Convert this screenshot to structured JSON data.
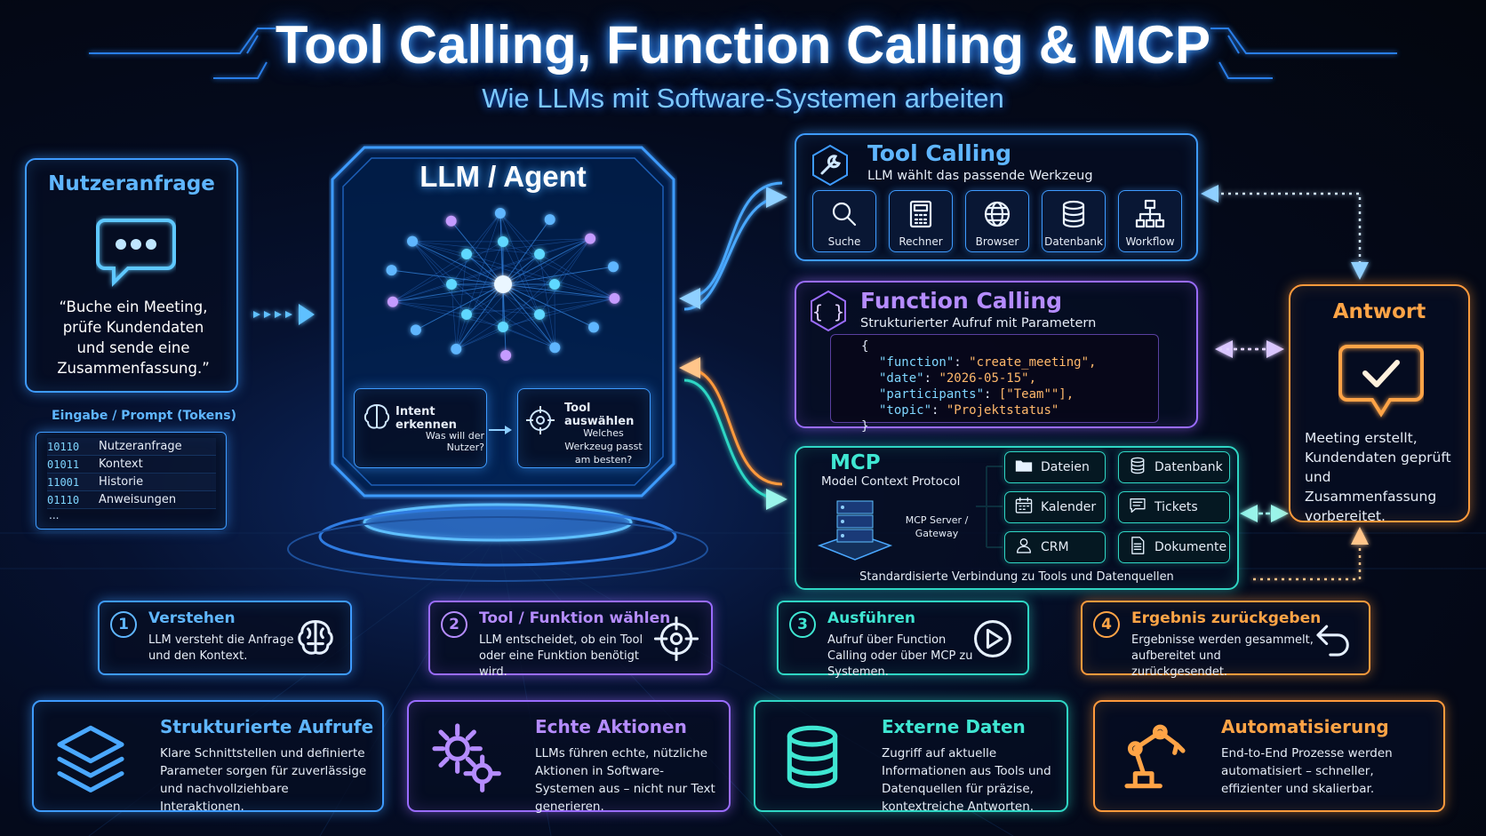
{
  "header": {
    "title": "Tool Calling, Function Calling & MCP",
    "subtitle": "Wie LLMs mit Software-Systemen arbeiten"
  },
  "user_request": {
    "heading": "Nutzeranfrage",
    "quote": "“Buche ein Meeting, prüfe Kundendaten und sende eine Zusammenfassung.”",
    "tokens_heading": "Eingabe / Prompt (Tokens)",
    "tokens": [
      {
        "code": "10110",
        "label": "Nutzeranfrage"
      },
      {
        "code": "01011",
        "label": "Kontext"
      },
      {
        "code": "11001",
        "label": "Historie"
      },
      {
        "code": "01110",
        "label": "Anweisungen"
      }
    ],
    "tokens_more": "..."
  },
  "agent": {
    "title": "LLM / Agent",
    "intent": {
      "title": "Intent erkennen",
      "text": "Was will der Nutzer?"
    },
    "tool_select": {
      "title": "Tool auswählen",
      "text": "Welches Werkzeug passt am besten?"
    }
  },
  "tool_calling": {
    "title": "Tool Calling",
    "desc": "LLM wählt das passende Werkzeug",
    "tools": [
      {
        "label": "Suche",
        "icon": "search-icon"
      },
      {
        "label": "Rechner",
        "icon": "calculator-icon"
      },
      {
        "label": "Browser",
        "icon": "globe-icon"
      },
      {
        "label": "Datenbank",
        "icon": "database-icon"
      },
      {
        "label": "Workflow",
        "icon": "workflow-icon"
      }
    ]
  },
  "function_calling": {
    "title": "Function Calling",
    "desc": "Strukturierter Aufruf mit Parametern",
    "code": {
      "open": "{",
      "lines": [
        {
          "key": "\"function\"",
          "value": "\"create_meeting\","
        },
        {
          "key": "\"date\"",
          "value": "\"2026-05-15\","
        },
        {
          "key": "\"participants\"",
          "value": "[\"Team\"\"],"
        },
        {
          "key": "\"topic\"",
          "value": "\"Projektstatus\""
        }
      ],
      "close": "}"
    }
  },
  "mcp": {
    "title": "MCP",
    "desc": "Model Context Protocol",
    "server_label": "MCP Server / Gateway",
    "footer": "Standardisierte Verbindung zu Tools und Datenquellen",
    "items": [
      {
        "label": "Dateien",
        "icon": "folder-icon"
      },
      {
        "label": "Datenbank",
        "icon": "database-icon"
      },
      {
        "label": "Kalender",
        "icon": "calendar-icon"
      },
      {
        "label": "Tickets",
        "icon": "chat-icon"
      },
      {
        "label": "CRM",
        "icon": "user-icon"
      },
      {
        "label": "Dokumente",
        "icon": "document-icon"
      }
    ]
  },
  "answer": {
    "title": "Antwort",
    "text": "Meeting erstellt, Kundendaten geprüft und Zusammenfassung vorbereitet."
  },
  "steps": [
    {
      "num": "1",
      "title": "Verstehen",
      "text": "LLM versteht die Anfrage und den Kontext.",
      "icon": "brain-icon"
    },
    {
      "num": "2",
      "title": "Tool / Funktion wählen",
      "text": "LLM entscheidet, ob ein Tool oder eine Funktion benötigt wird.",
      "icon": "target-icon"
    },
    {
      "num": "3",
      "title": "Ausführen",
      "text": "Aufruf über Function Calling oder über MCP zu Systemen.",
      "icon": "play-icon"
    },
    {
      "num": "4",
      "title": "Ergebnis zurückgeben",
      "text": "Ergebnisse werden gesammelt, aufbereitet und zurückgesendet.",
      "icon": "return-icon"
    }
  ],
  "benefits": [
    {
      "title": "Strukturierte Aufrufe",
      "text": "Klare Schnittstellen und definierte Parameter sorgen für zuverlässige und nachvollziehbare Interaktionen.",
      "icon": "layers-icon"
    },
    {
      "title": "Echte Aktionen",
      "text": "LLMs führen echte, nützliche Aktionen in Software-Systemen aus – nicht nur Text generieren.",
      "icon": "gears-icon"
    },
    {
      "title": "Externe Daten",
      "text": "Zugriff auf aktuelle Informationen aus Tools und Datenquellen für präzise, kontextreiche Antworten.",
      "icon": "database-icon"
    },
    {
      "title": "Automatisierung",
      "text": "End-to-End Prozesse werden automatisiert – schneller, effizienter und skalierbar.",
      "icon": "robot-arm-icon"
    }
  ],
  "colors": {
    "blue": "#3e9bff",
    "purple": "#9a6cff",
    "teal": "#2fd6c4",
    "orange": "#ff9a3c"
  }
}
